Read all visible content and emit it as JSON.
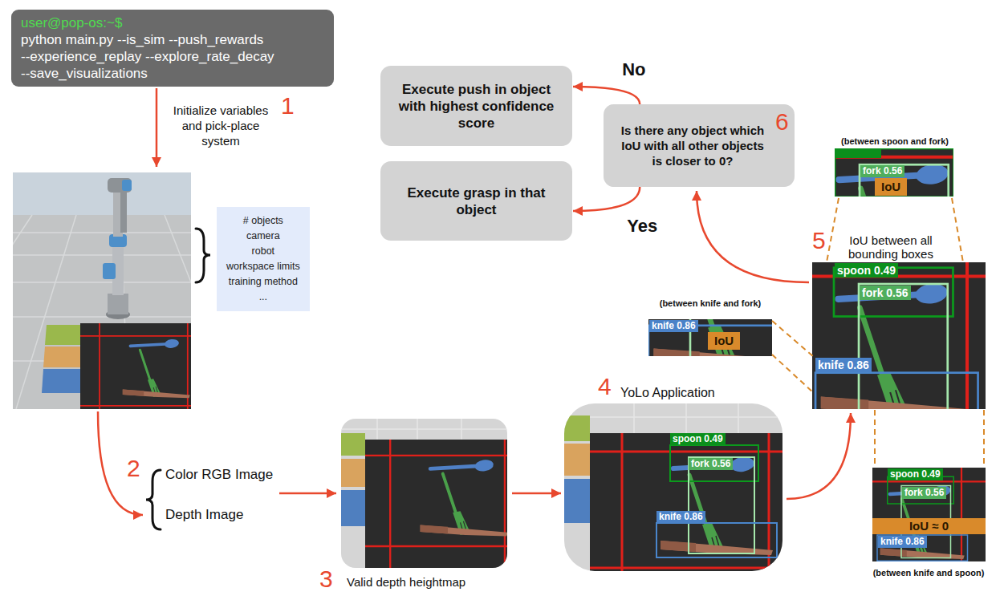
{
  "diagram": {
    "nodes": [
      {
        "text": [
          "user@pop-os:~$",
          "python main.py --is_sim --push_rewards --experience_replay --explore_rate_decay --save_visualizations"
        ]
      },
      {
        "text": [
          "# objects",
          "camera",
          "robot",
          "workspace limits",
          "training method",
          "..."
        ]
      },
      {
        "text": [
          "Execute push in object with highest confidence score"
        ]
      },
      {
        "text": [
          "Execute grasp in that object"
        ]
      },
      {
        "text": [
          "Is there any object which IoU with all other objects is closer to 0?"
        ]
      }
    ],
    "edges": [
      {
        "from": 4,
        "to": 2,
        "label": "No",
        "arrow": "to"
      },
      {
        "from": 4,
        "to": 3,
        "label": "Yes",
        "arrow": "to"
      }
    ],
    "labels": [
      "1",
      "Initialize variables and pick-place system",
      "2",
      "Color RGB Image",
      "Depth Image",
      "3",
      "Valid depth heightmap",
      "4",
      "YoLo Application",
      "spoon 0.49",
      "fork 0.56",
      "knife 0.86",
      "5",
      "IoU between all bounding boxes",
      "spoon 0.49",
      "fork 0.56",
      "knife 0.86",
      "(between spoon and fork)",
      "fork 0.56",
      "IoU",
      "(between knife and fork)",
      "knife 0.86",
      "IoU",
      "spoon 0.49",
      "fork 0.56",
      "IoU ≈ 0",
      "knife 0.86",
      "(between knife and spoon)",
      "6"
    ]
  }
}
